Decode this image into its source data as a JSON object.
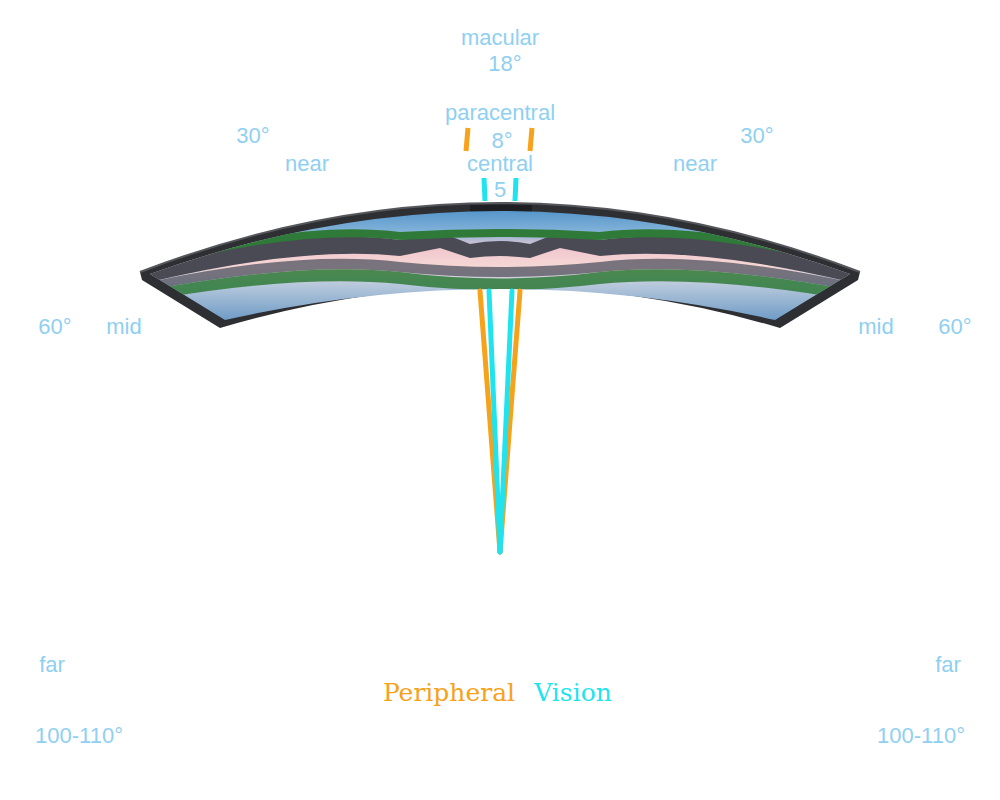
{
  "diagram": {
    "labels": [
      "macular",
      "18°",
      "paracentral",
      "8°",
      "central",
      "5",
      "30°",
      "near",
      "30°",
      "near",
      "60°",
      "mid",
      "mid",
      "60°",
      "far",
      "far",
      "100-110°",
      "100-110°",
      "Peripheral",
      "Vision"
    ]
  }
}
